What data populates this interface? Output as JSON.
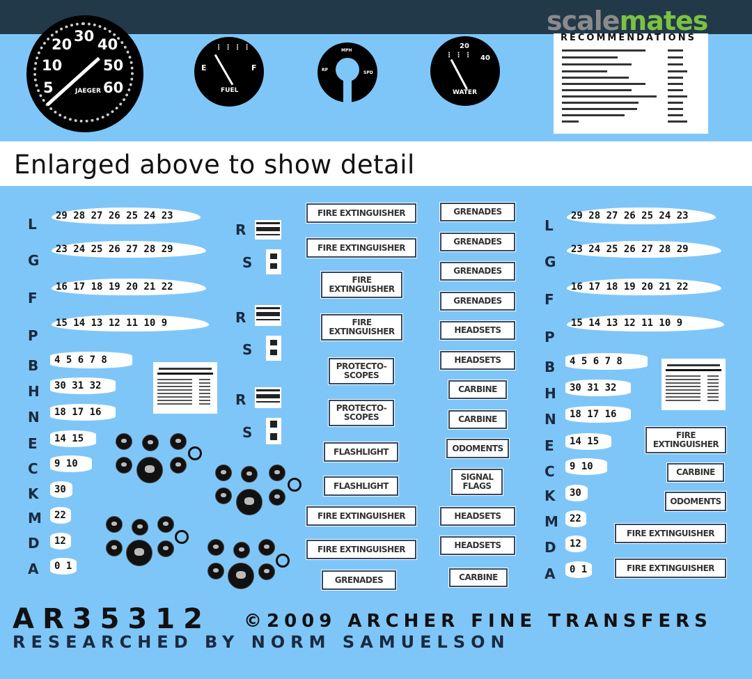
{
  "header": {
    "logo_part1": "scale",
    "logo_part2": "mates",
    "colors": {
      "bar": "#22394a",
      "logo_gray": "#8a8a8a",
      "logo_green": "#7bc142",
      "sheet_blue": "#7fc6f8"
    }
  },
  "enlarged": {
    "speedometer": {
      "labels": [
        "5",
        "10",
        "20",
        "30",
        "40",
        "50",
        "60"
      ],
      "brand": "JAEGER"
    },
    "fuel_gauge": {
      "labels": [
        "E",
        "F"
      ],
      "title": "FUEL"
    },
    "ring_gauge": {
      "labels": [
        "MPH",
        "RP",
        "SPD"
      ]
    },
    "temp_gauge": {
      "labels": [
        "20",
        "40"
      ],
      "title": "WATER"
    },
    "recommendations": {
      "title": "RECOMMENDATIONS",
      "line_count": 12
    }
  },
  "band": {
    "text": "Enlarged above to show detail"
  },
  "left_rows": [
    {
      "label": "L",
      "numbers": "29 28 27 26 25 24 23"
    },
    {
      "label": "G",
      "numbers": "23 24 25 26 27 28 29"
    },
    {
      "label": "F",
      "numbers": "16 17 18 19 20 21 22"
    },
    {
      "label": "P",
      "numbers": "15 14 13 12 11 10 9"
    },
    {
      "label": "B",
      "numbers": "4 5 6 7 8"
    },
    {
      "label": "H",
      "numbers": "30 31 32"
    },
    {
      "label": "N",
      "numbers": "18 17 16"
    },
    {
      "label": "E",
      "numbers": "14 15"
    },
    {
      "label": "C",
      "numbers": "9 10"
    },
    {
      "label": "K",
      "numbers": "30"
    },
    {
      "label": "M",
      "numbers": "22"
    },
    {
      "label": "D",
      "numbers": "12"
    },
    {
      "label": "A",
      "numbers": "0 1"
    }
  ],
  "rs_labels": [
    "R",
    "S",
    "R",
    "S",
    "R",
    "S"
  ],
  "center_tags_col1": [
    "FIRE EXTINGUISHER",
    "FIRE EXTINGUISHER",
    "FIRE EXTINGUISHER",
    "FIRE EXTINGUISHER",
    "PROTECTO-SCOPES",
    "PROTECTO-SCOPES",
    "FLASHLIGHT",
    "FLASHLIGHT",
    "FIRE EXTINGUISHER",
    "FIRE EXTINGUISHER",
    "GRENADES"
  ],
  "center_tags_col2": [
    "GRENADES",
    "GRENADES",
    "GRENADES",
    "GRENADES",
    "HEADSETS",
    "HEADSETS",
    "CARBINE",
    "CARBINE",
    "ODOMENTS",
    "SIGNAL FLAGS",
    "HEADSETS",
    "HEADSETS",
    "CARBINE"
  ],
  "right_rows": [
    {
      "label": "L",
      "numbers": "29 28 27 26 25 24 23"
    },
    {
      "label": "G",
      "numbers": "23 24 25 26 27 28 29"
    },
    {
      "label": "F",
      "numbers": "16 17 18 19 20 21 22"
    },
    {
      "label": "P",
      "numbers": "15 14 13 12 11 10 9"
    },
    {
      "label": "B",
      "numbers": "4 5 6 7 8"
    },
    {
      "label": "H",
      "numbers": "30 31 32"
    },
    {
      "label": "N",
      "numbers": "18 17 16"
    },
    {
      "label": "E",
      "numbers": "14 15"
    },
    {
      "label": "C",
      "numbers": "9 10"
    },
    {
      "label": "K",
      "numbers": "30"
    },
    {
      "label": "M",
      "numbers": "22"
    },
    {
      "label": "D",
      "numbers": "12"
    },
    {
      "label": "A",
      "numbers": "0 1"
    }
  ],
  "right_tags": [
    "FIRE EXTINGUISHER",
    "CARBINE",
    "ODOMENTS",
    "FIRE EXTINGUISHER",
    "FIRE EXTINGUISHER"
  ],
  "footer": {
    "code": "AR35312",
    "copyright": "©2009 ARCHER FINE TRANSFERS",
    "credit": "RESEARCHED BY NORM SAMUELSON"
  }
}
